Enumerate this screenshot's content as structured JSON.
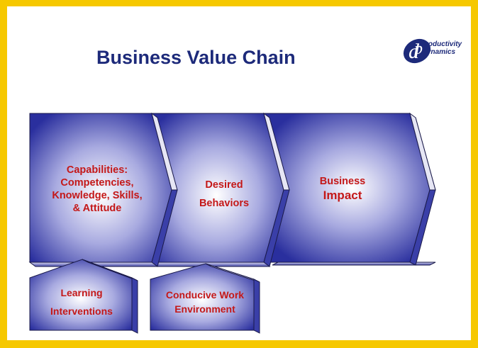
{
  "title": "Business Value Chain",
  "logo": {
    "line1": "roductivity",
    "line2": "ynamics"
  },
  "chevrons": [
    {
      "lines": [
        "Capabilities:",
        "Competencies,",
        "Knowledge,  Skills,",
        "& Attitude"
      ]
    },
    {
      "lines": [
        "Desired",
        "Behaviors"
      ]
    },
    {
      "lines": [
        "Business",
        "Impact"
      ]
    }
  ],
  "supports": [
    {
      "lines": [
        "Learning",
        "Interventions"
      ]
    },
    {
      "lines": [
        "Conducive Work",
        "Environment"
      ]
    }
  ],
  "colors": {
    "border": "#f6c800",
    "title": "#1d2a7a",
    "text": "#c41818",
    "shape_dark": "#2a2f9e",
    "shape_light": "#ffffff"
  }
}
